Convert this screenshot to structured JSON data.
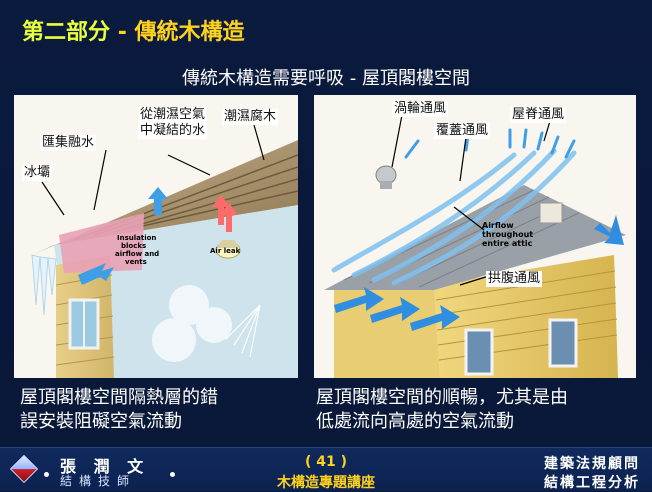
{
  "slide": {
    "section_prefix": "第二部分",
    "separator": "-",
    "section_title": "傳統木構造",
    "subtitle": "傳統木構造需要呼吸 - 屋頂閣樓空間"
  },
  "left_panel": {
    "callouts": {
      "ice_dam": "冰壩",
      "meltwater": "匯集融水",
      "condensation_line1": "從潮濕空氣",
      "condensation_line2": "中凝結的水",
      "rot": "潮濕腐木"
    },
    "image_labels": {
      "insulation_line1": "Insulation",
      "insulation_line2": "blocks",
      "insulation_line3": "airflow and",
      "insulation_line4": "vents",
      "air_leak": "Air leak"
    },
    "caption_line1": "屋頂閣樓空間隔熱層的錯",
    "caption_line2": "誤安裝阻礙空氣流動"
  },
  "right_panel": {
    "callouts": {
      "turbine_vent": "渦輪通風",
      "cap_vent": "覆蓋通風",
      "ridge_vent": "屋脊通風",
      "soffit_vent": "拱腹通風"
    },
    "image_labels": {
      "airflow_line1": "Airflow",
      "airflow_line2": "throughout",
      "airflow_line3": "entire attic"
    },
    "caption_line1": "屋頂閣樓空間的順暢，尤其是由",
    "caption_line2": "低處流向高處的空氣流動"
  },
  "footer": {
    "author_name": "張 潤 文",
    "author_sub": "結構技師",
    "page_number": "( 41 )",
    "course_title": "木構造專題講座",
    "org_line1": "建築法規顧問",
    "org_line2": "結構工程分析"
  },
  "colors": {
    "background": "#0a1a3a",
    "title_yellow": "#ffd21e",
    "prefix_green_yellow": "#e8ff3b",
    "airflow_blue": "#3f9fe6"
  },
  "icons": [
    "logo-diamond-icon",
    "airflow-arrow-icon",
    "turbine-vent-icon"
  ]
}
